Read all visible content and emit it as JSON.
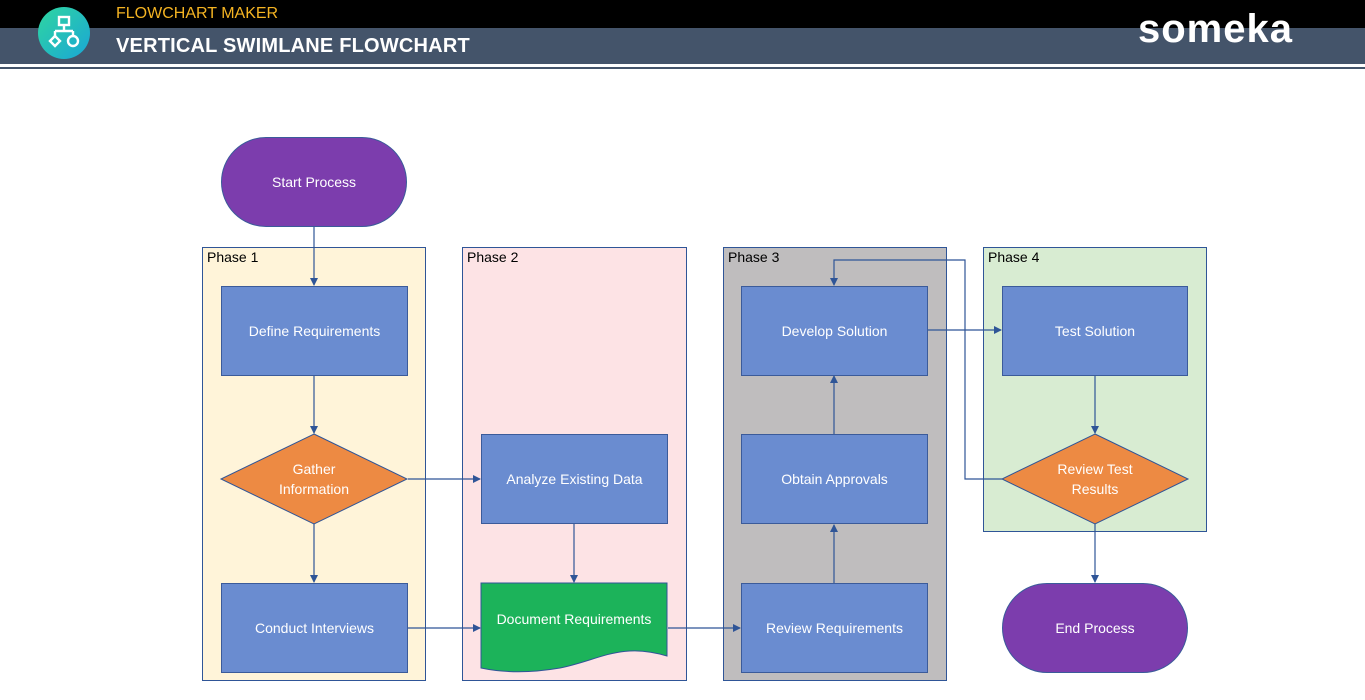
{
  "header": {
    "app_title": "FLOWCHART MAKER",
    "page_title": "VERTICAL SWIMLANE FLOWCHART",
    "brand": "someka",
    "logo_icon": "flowchart-logo-icon"
  },
  "colors": {
    "header_black": "#000000",
    "header_band": "#44546a",
    "app_title": "#f4b322",
    "lane1_fill": "#fff4d9",
    "lane2_fill": "#fde3e5",
    "lane3_fill": "#bfbdbe",
    "lane4_fill": "#d8ecd2",
    "process_fill": "#6a8cd0",
    "terminator_fill": "#7c3dad",
    "decision_fill": "#ed8a43",
    "document_fill": "#1cb35a",
    "connector": "#2f5597"
  },
  "lanes": [
    {
      "label": "Phase 1"
    },
    {
      "label": "Phase 2"
    },
    {
      "label": "Phase 3"
    },
    {
      "label": "Phase 4"
    }
  ],
  "nodes": {
    "start": "Start Process",
    "define": "Define Requirements",
    "gather": "Gather Information",
    "interviews": "Conduct Interviews",
    "analyze": "Analyze Existing Data",
    "document": "Document Requirements",
    "review_req": "Review Requirements",
    "approvals": "Obtain Approvals",
    "develop": "Develop Solution",
    "test": "Test Solution",
    "review_test": "Review Test Results",
    "end": "End Process"
  }
}
